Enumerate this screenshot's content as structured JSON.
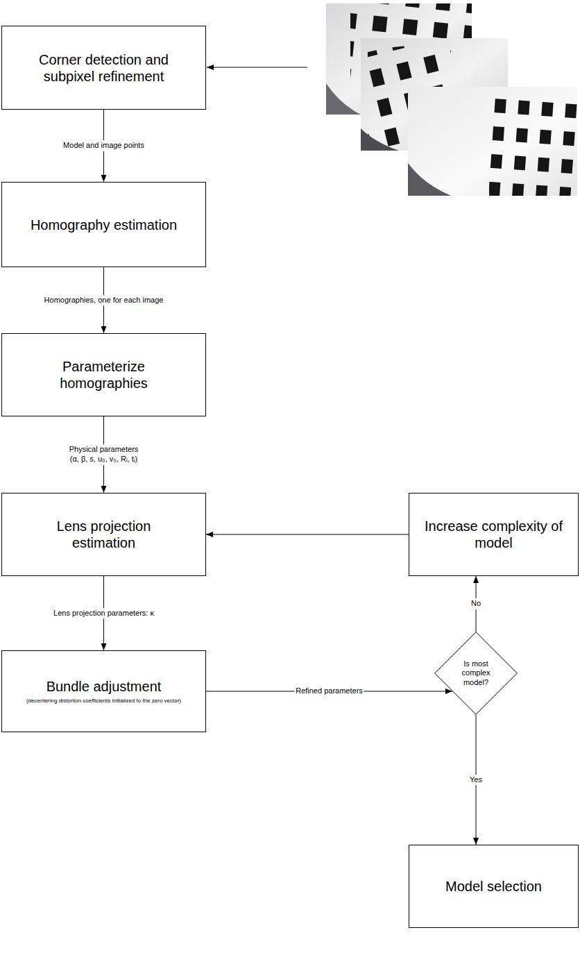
{
  "diagram": {
    "nodes": [
      {
        "text": [
          "Corner detection and subpixel refinement"
        ]
      },
      {
        "text": [
          "Homography estimation"
        ]
      },
      {
        "text": [
          "Parameterize homographies"
        ]
      },
      {
        "text": [
          "Lens projection estimation"
        ]
      },
      {
        "text": [
          "Increase complexity of model"
        ]
      },
      {
        "text": [
          "Bundle adjustment",
          "(decentering distortion coefficients initialized to the zero vector)"
        ]
      },
      {
        "text": [
          "Is most complex model?"
        ]
      },
      {
        "text": [
          "Model selection"
        ]
      }
    ],
    "edges": [
      {
        "from": 0,
        "to": 1,
        "label": "Model and image points",
        "arrow": "to"
      },
      {
        "from": 1,
        "to": 2,
        "label": "Homographies, one for each image",
        "arrow": "to"
      },
      {
        "from": 2,
        "to": 3,
        "label": "Physical parameters (α, β, s, u₀, v₀, Rᵢ, tᵢ)",
        "arrow": "to"
      },
      {
        "from": 3,
        "to": 5,
        "label": "Lens projection parameters: κ",
        "arrow": "to"
      },
      {
        "from": 5,
        "to": 6,
        "label": "Refined parameters",
        "arrow": "to"
      },
      {
        "from": 6,
        "to": 4,
        "label": "No",
        "arrow": "to"
      },
      {
        "from": 4,
        "to": 3,
        "arrow": "to"
      },
      {
        "from": 6,
        "to": 7,
        "label": "Yes",
        "arrow": "to"
      }
    ]
  }
}
